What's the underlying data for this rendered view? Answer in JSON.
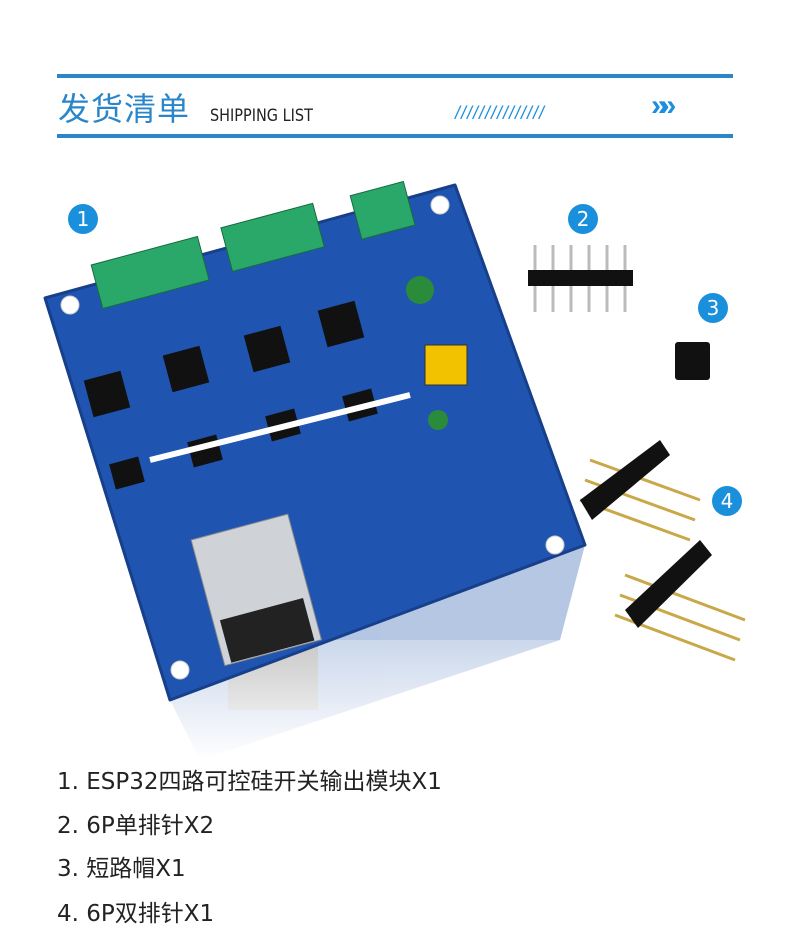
{
  "header": {
    "title": "发货清单",
    "subtitle": "SHIPPING LIST",
    "slashes": "///////////////",
    "chevrons": "»»",
    "accent_color": "#2a86c9"
  },
  "badges": [
    "1",
    "2",
    "3",
    "4"
  ],
  "items": [
    "1. ESP32四路可控硅开关输出模块X1",
    "2. 6P单排针X2",
    "3. 短路帽X1",
    "4. 6P双排针X1"
  ]
}
